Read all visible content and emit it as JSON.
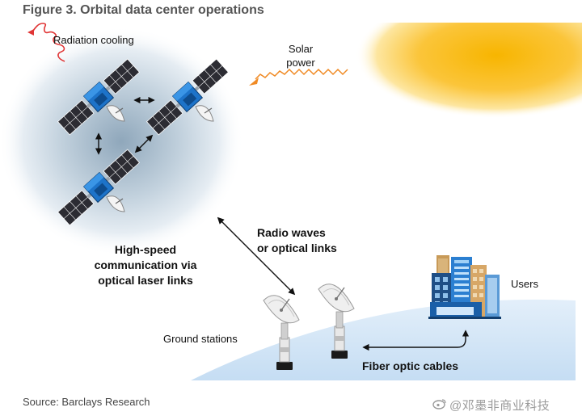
{
  "figure": {
    "title": "Figure 3. Orbital data center operations",
    "source": "Source: Barclays Research"
  },
  "labels": {
    "radiation_cooling": "Radiation cooling",
    "solar_line1": "Solar",
    "solar_line2": "power",
    "laser_line1": "High-speed",
    "laser_line2": "communication via",
    "laser_line3": "optical laser links",
    "radio_line1": "Radio waves",
    "radio_line2": "or optical links",
    "users": "Users",
    "ground_stations": "Ground stations",
    "fiber": "Fiber optic cables"
  },
  "watermark": {
    "text": "@邓墨非商业科技"
  },
  "colors": {
    "sun": "#f7b500",
    "earth": "#cfe4f7",
    "satellite_panel": "#2c2c33",
    "satellite_body": "#1d73c9",
    "radiation_wave": "#e03535",
    "solar_wave": "#f08a24"
  },
  "icons": {
    "satellite": "satellite-icon",
    "dish": "ground-dish-icon",
    "buildings": "city-buildings-icon",
    "sun": "sun-icon"
  }
}
